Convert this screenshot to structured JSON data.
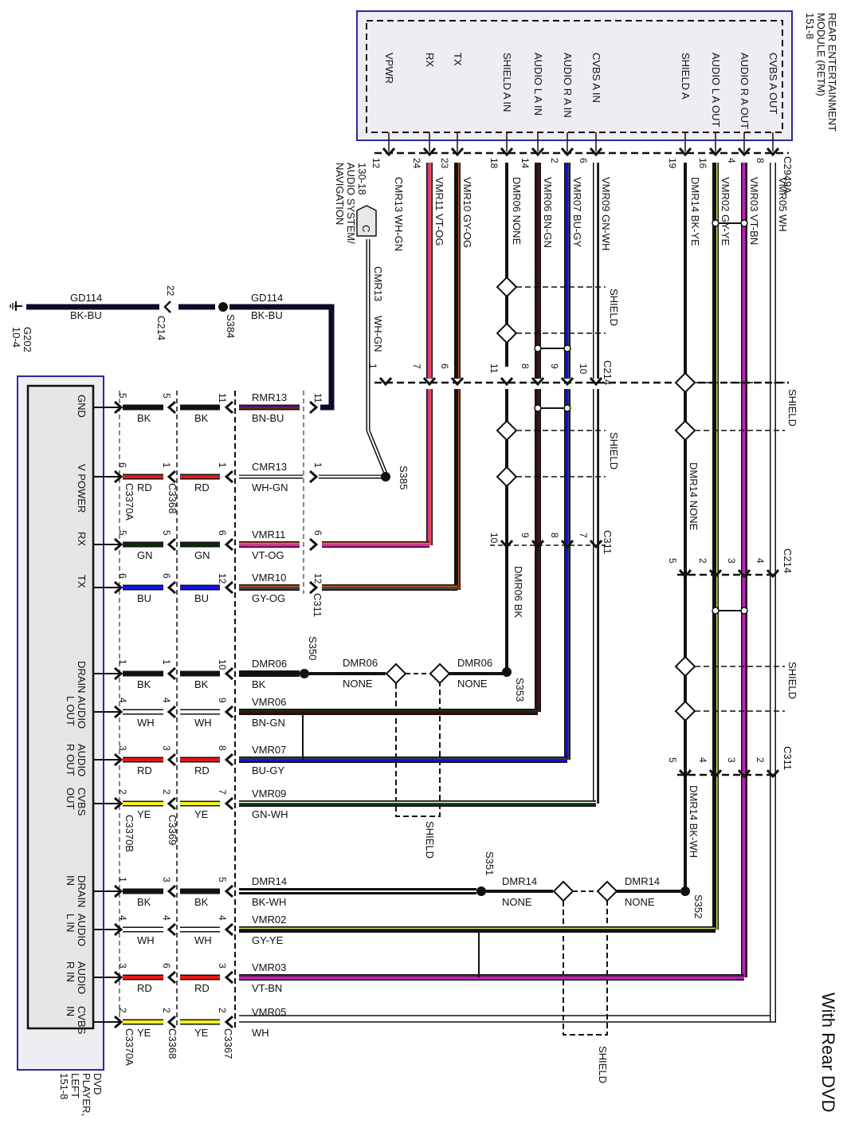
{
  "title": "With Rear DVD",
  "retm": {
    "name_lines": [
      "REAR ENTERTAINMENT",
      "MODULE (RETM)",
      "151-8"
    ],
    "connector": "C2949A",
    "pins": [
      {
        "label": "VPWR",
        "pin": "12",
        "circuit": "CMR13",
        "color": "WH-GN",
        "wire": [
          "#ffffff",
          "#1a5c1a"
        ]
      },
      {
        "label": "RX",
        "pin": "24",
        "circuit": "VMR11",
        "color": "VT-OG",
        "wire": [
          "#e0319a",
          "#f07020"
        ]
      },
      {
        "label": "TX",
        "pin": "23",
        "circuit": "VMR10",
        "color": "GY-OG",
        "wire": [
          "#111111",
          "#d35a20"
        ]
      },
      {
        "label": "SHIELD A IN",
        "pin": "18",
        "circuit": "DMR06",
        "color": "NONE",
        "wire": [
          "#000000",
          "#000000"
        ]
      },
      {
        "label": "AUDIO L A IN",
        "pin": "14",
        "circuit": "VMR06",
        "color": "BN-GN",
        "wire": [
          "#3a0d0d",
          "#1a3a1a"
        ]
      },
      {
        "label": "AUDIO R A IN",
        "pin": "2",
        "circuit": "VMR07",
        "color": "BU-GY",
        "wire": [
          "#1010d8",
          "#444444"
        ]
      },
      {
        "label": "CVBS A IN",
        "pin": "6",
        "circuit": "VMR09",
        "color": "GN-WH",
        "wire": [
          "#ffffff",
          "#0a3a0a"
        ]
      },
      {
        "label": "SHIELD A",
        "pin": "19",
        "circuit": "DMR14",
        "color": "BK-YE",
        "wire": [
          "#111111",
          "#f0f060"
        ]
      },
      {
        "label": "AUDIO L A OUT",
        "pin": "16",
        "circuit": "VMR02",
        "color": "GY-YE",
        "wire": [
          "#111111",
          "#f0f060"
        ]
      },
      {
        "label": "AUDIO R A OUT",
        "pin": "4",
        "circuit": "VMR03",
        "color": "VT-BN",
        "wire": [
          "#c020c0",
          "#5a1a3a"
        ]
      },
      {
        "label": "CVBS A OUT",
        "pin": "8",
        "circuit": "VMR05",
        "color": "WH",
        "wire": [
          "#ffffff",
          "#ffffff"
        ]
      }
    ]
  },
  "nav_ref": {
    "letter": "C",
    "ref": "130-18",
    "lines": [
      "AUDIO SYSTEM/",
      "NAVIGATION"
    ],
    "circuit": "CMR13",
    "color": "WH-GN"
  },
  "ground": {
    "id": "G202",
    "ref": "10-4",
    "circuit": "GD114",
    "color": "BK-BU",
    "connector": "C214",
    "pin": "22",
    "splice": "S384"
  },
  "connectors": {
    "c214": "C214",
    "c311": "C311",
    "shield": "SHIELD",
    "c214_pins_a": [
      "1",
      "7",
      "6",
      "11",
      "8",
      "9",
      "10"
    ],
    "c311_pins_a": [
      "10",
      "9",
      "8",
      "7"
    ],
    "c214_pins_b": [
      "5",
      "2",
      "3",
      "4"
    ],
    "c311_pins_b": [
      "5",
      "4",
      "3",
      "2"
    ],
    "dmr14_mid": "DMR14  NONE",
    "dmr06_mid": "DMR06  BK",
    "dmr14_low": "DMR14  BK-WH"
  },
  "splices": {
    "s385": "S385",
    "s350": "S350",
    "s353": "S353",
    "s351": "S351",
    "s352": "S352"
  },
  "dvd": {
    "name_lines": [
      "DVD",
      "PLAYER,",
      "LEFT",
      "151-8"
    ],
    "conn_a": [
      "C3370A",
      "C3370B",
      "C3370A"
    ],
    "conn_b": [
      "C3368",
      "C3369",
      "C3368"
    ],
    "conn_c": "C3367",
    "rows": [
      {
        "label": [
          "GND"
        ],
        "p1": "5",
        "c1": "BK",
        "p2": "5",
        "c2": "BK",
        "p3": "11",
        "circuit": "RMR13",
        "color": "BN-BU",
        "p4": "11",
        "wire1": "#111111",
        "wire3": [
          "#7a1f1f",
          "#1a1aa0"
        ]
      },
      {
        "label": [
          "V POWER"
        ],
        "p1": "6",
        "c1": "RD",
        "p2": "1",
        "c2": "RD",
        "p3": "1",
        "circuit": "CMR13",
        "color": "WH-GN",
        "p4": "1",
        "wire1": "#e81818",
        "wire3": [
          "#ffffff",
          "#1a5c1a"
        ]
      },
      {
        "label": [
          "RX"
        ],
        "p1": "5",
        "c1": "GN",
        "p2": "5",
        "c2": "GN",
        "p3": "6",
        "circuit": "VMR11",
        "color": "VT-OG",
        "p4": "6",
        "wire1": "#0a2a0a",
        "wire3": [
          "#e0319a",
          "#f07020"
        ]
      },
      {
        "label": [
          "TX"
        ],
        "p1": "6",
        "c1": "BU",
        "p2": "6",
        "c2": "BU",
        "p3": "12",
        "circuit": "VMR10",
        "color": "GY-OG",
        "p4": "12",
        "wire1": "#1414e0",
        "wire3": [
          "#444444",
          "#d35a20"
        ]
      },
      {
        "label": [
          "DRAIN"
        ],
        "p1": "1",
        "c1": "BK",
        "p2": "1",
        "c2": "BK",
        "p3": "10",
        "circuit": "DMR06",
        "color": "BK",
        "p4": "",
        "wire1": "#111111",
        "wire3": [
          "#111111",
          "#111111"
        ]
      },
      {
        "label": [
          "AUDIO",
          "L OUT"
        ],
        "p1": "4",
        "c1": "WH",
        "p2": "4",
        "c2": "WH",
        "p3": "9",
        "circuit": "VMR06",
        "color": "BN-GN",
        "p4": "",
        "wire1": "#ffffff",
        "wire3": [
          "#3a0d0d",
          "#1a3a1a"
        ]
      },
      {
        "label": [
          "AUDIO",
          "R OUT"
        ],
        "p1": "3",
        "c1": "RD",
        "p2": "3",
        "c2": "RD",
        "p3": "8",
        "circuit": "VMR07",
        "color": "BU-GY",
        "p4": "",
        "wire1": "#e81818",
        "wire3": [
          "#1010d8",
          "#444444"
        ]
      },
      {
        "label": [
          "CVBS",
          "OUT"
        ],
        "p1": "2",
        "c1": "YE",
        "p2": "2",
        "c2": "YE",
        "p3": "7",
        "circuit": "VMR09",
        "color": "GN-WH",
        "p4": "",
        "wire1": "#f5f020",
        "wire3": [
          "#0a3a0a",
          "#ffffff"
        ]
      },
      {
        "label": [
          "DRAIN",
          "IN"
        ],
        "p1": "1",
        "c1": "BK",
        "p2": "3",
        "c2": "BK",
        "p3": "5",
        "circuit": "DMR14",
        "color": "BK-WH",
        "p4": "",
        "wire1": "#111111",
        "wire3": [
          "#111111",
          "#ffffff"
        ]
      },
      {
        "label": [
          "AUDIO",
          "L IN"
        ],
        "p1": "4",
        "c1": "WH",
        "p2": "4",
        "c2": "WH",
        "p3": "4",
        "circuit": "VMR02",
        "color": "GY-YE",
        "p4": "",
        "wire1": "#ffffff",
        "wire3": [
          "#111111",
          "#f0f060"
        ]
      },
      {
        "label": [
          "AUDIO",
          "R IN"
        ],
        "p1": "3",
        "c1": "RD",
        "p2": "6",
        "c2": "RD",
        "p3": "3",
        "circuit": "VMR03",
        "color": "VT-BN",
        "p4": "",
        "wire1": "#e81818",
        "wire3": [
          "#c020c0",
          "#5a1a3a"
        ]
      },
      {
        "label": [
          "CVBS",
          "IN"
        ],
        "p1": "2",
        "c1": "YE",
        "p2": "2",
        "c2": "YE",
        "p3": "2",
        "circuit": "VMR05",
        "color": "WH",
        "p4": "",
        "wire1": "#f5f020",
        "wire3": [
          "#ffffff",
          "#ffffff"
        ]
      }
    ]
  },
  "splice_labels": {
    "dmr06": "DMR06",
    "dmr14": "DMR14",
    "none": "NONE"
  }
}
